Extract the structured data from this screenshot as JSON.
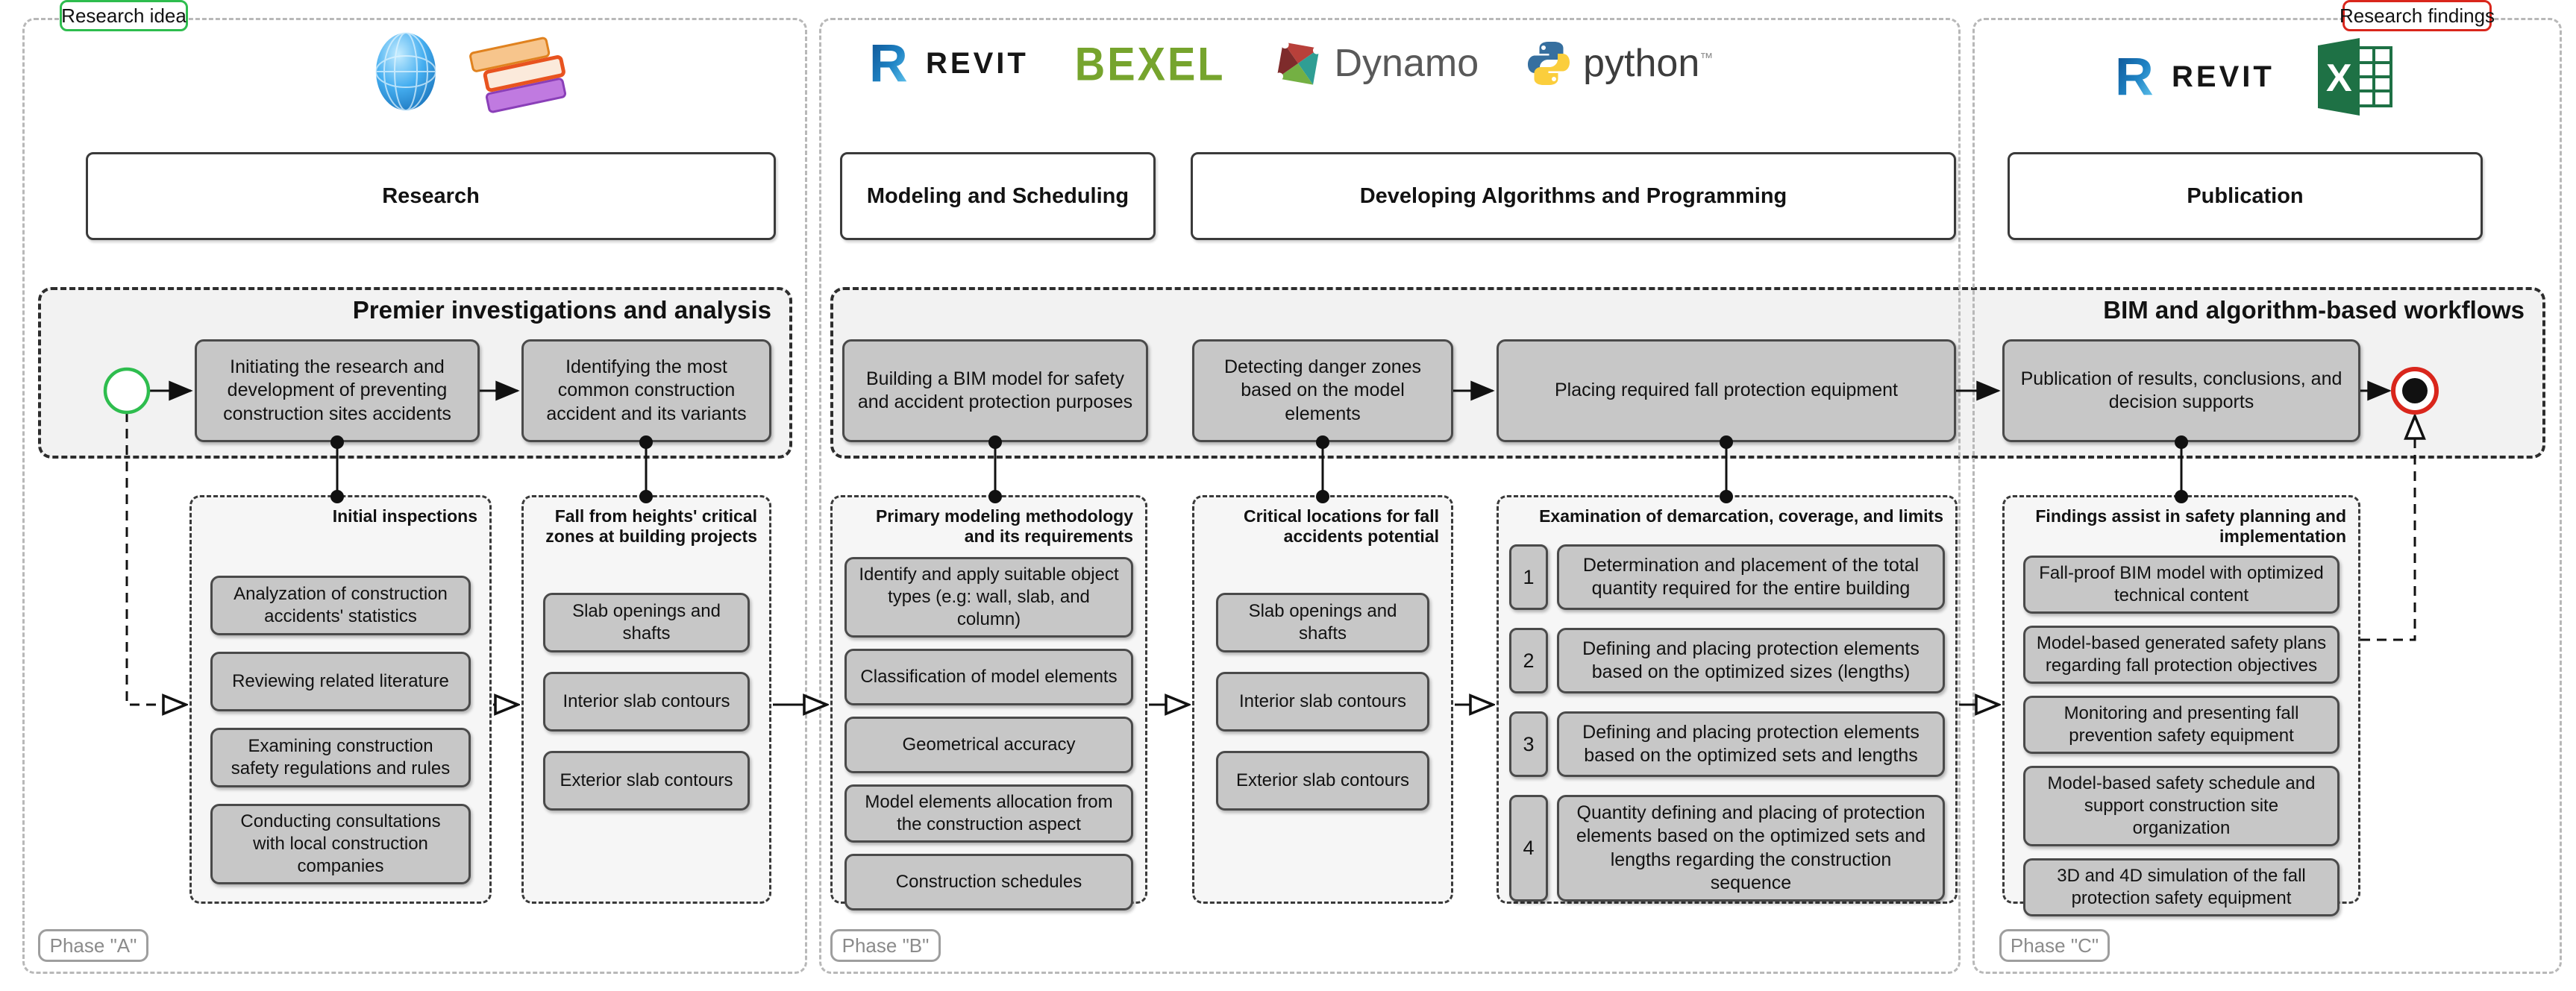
{
  "colors": {
    "band_bg": "#f2f2f2",
    "box_gray": "#c7c7c7",
    "start_green": "#2ebd4e",
    "end_red": "#d9261c"
  },
  "stages": [
    {
      "title": "Research"
    },
    {
      "title": "Modeling and Scheduling"
    },
    {
      "title": "Developing Algorithms and Programming"
    },
    {
      "title": "Publication"
    }
  ],
  "phases": [
    {
      "label": "Phase \"A\""
    },
    {
      "label": "Phase \"B\""
    },
    {
      "label": "Phase \"C\""
    }
  ],
  "logos": {
    "revit_text": "REVIT",
    "bexel_text": "BEXEL",
    "dynamo_text": "Dynamo",
    "python_text": "python",
    "python_tm": "™"
  },
  "bands": [
    {
      "title": "Premier investigations and analysis",
      "start_label": "Research idea",
      "boxes": [
        "Initiating the research and development of preventing construction sites accidents",
        "Identifying the most common construction accident and its variants"
      ]
    },
    {
      "title": "BIM and algorithm-based workflows",
      "end_label": "Research findings",
      "boxes": [
        "Building a BIM model for safety and accident protection purposes",
        "Detecting danger zones based on the model elements",
        "Placing required fall protection equipment",
        "Publication of results, conclusions, and decision supports"
      ]
    }
  ],
  "columns": [
    {
      "title": "Initial inspections",
      "items": [
        "Analyzation of construction accidents' statistics",
        "Reviewing related literature",
        "Examining construction safety regulations and rules",
        "Conducting consultations with local construction companies"
      ]
    },
    {
      "title": "Fall from heights' critical zones at building projects",
      "items": [
        "Slab openings and shafts",
        "Interior slab contours",
        "Exterior slab contours"
      ]
    },
    {
      "title": "Primary modeling methodology and its requirements",
      "items": [
        "Identify and apply suitable object types (e.g: wall, slab, and column)",
        "Classification of model elements",
        "Geometrical accuracy",
        "Model elements allocation from the construction aspect",
        "Construction schedules"
      ]
    },
    {
      "title": "Critical locations for fall accidents potential",
      "items": [
        "Slab openings and shafts",
        "Interior slab contours",
        "Exterior slab contours"
      ]
    },
    {
      "title": "Examination of demarcation, coverage, and limits",
      "items": [
        {
          "num": "1",
          "text": "Determination and placement of the total quantity required for the entire building"
        },
        {
          "num": "2",
          "text": "Defining and placing protection elements based on the optimized sizes (lengths)"
        },
        {
          "num": "3",
          "text": "Defining and placing protection elements based on the optimized sets and lengths"
        },
        {
          "num": "4",
          "text": "Quantity defining and placing of protection elements based on the optimized sets and lengths regarding the construction sequence"
        }
      ]
    },
    {
      "title": "Findings assist in safety planning and implementation",
      "items": [
        "Fall-proof BIM model with optimized technical content",
        "Model-based generated safety plans regarding fall protection objectives",
        "Monitoring and presenting fall prevention safety equipment",
        "Model-based safety schedule and support construction site organization",
        "3D and 4D simulation of the fall protection safety equipment"
      ]
    }
  ]
}
